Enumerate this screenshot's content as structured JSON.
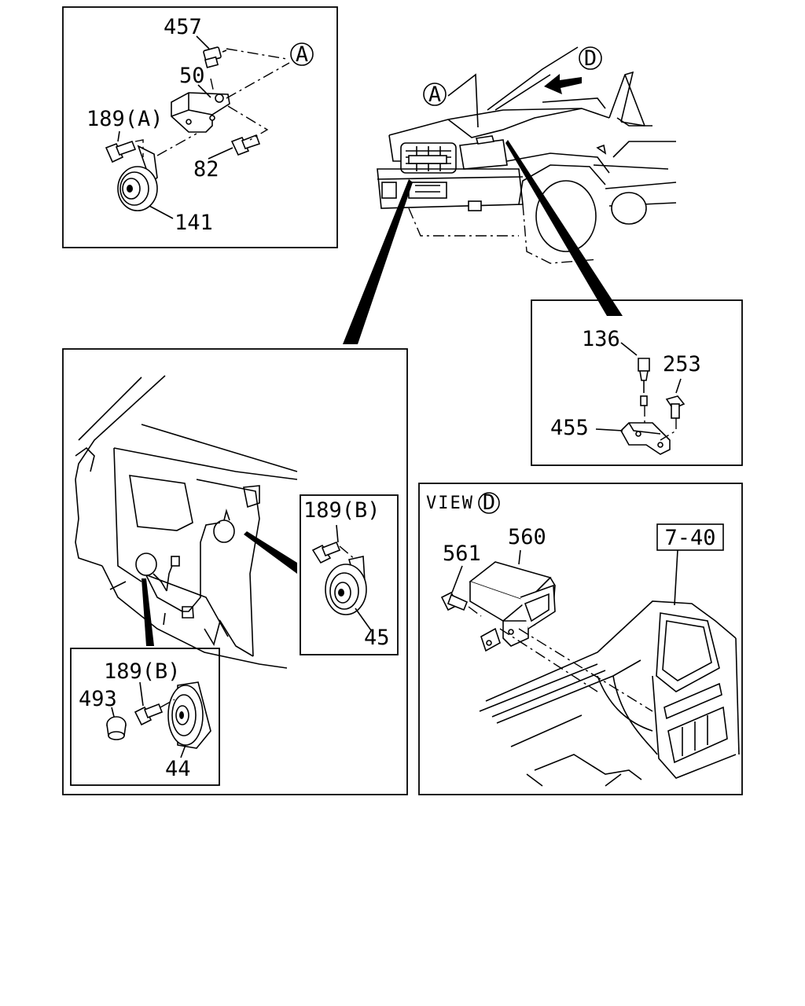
{
  "labels": {
    "p457": "457",
    "p50": "50",
    "p189a": "189(A)",
    "p82": "82",
    "p141": "141",
    "callout_a_top": "A",
    "callout_a_vehicle": "A",
    "callout_d_vehicle": "D",
    "p136": "136",
    "p253": "253",
    "p455": "455",
    "p189b_right": "189(B)",
    "p45": "45",
    "p189b_left": "189(B)",
    "p493": "493",
    "p44": "44",
    "view_word": "VIEW",
    "view_letter": "D",
    "p561": "561",
    "p560": "560",
    "ref_740": "7-40"
  }
}
